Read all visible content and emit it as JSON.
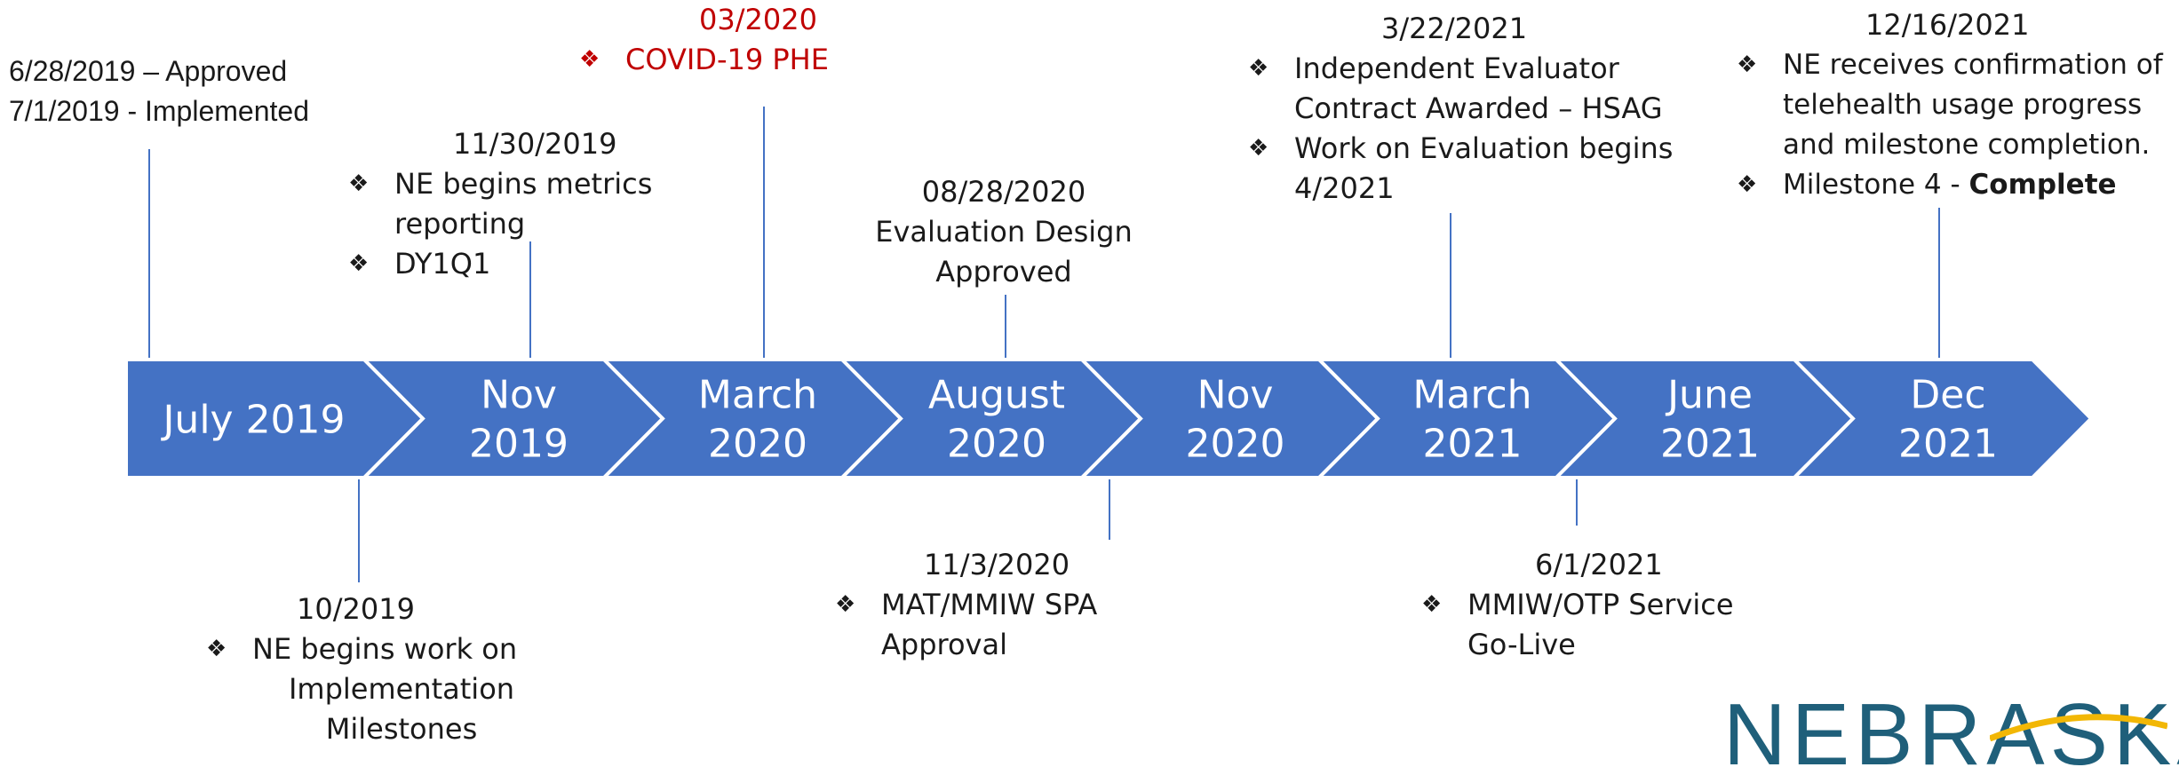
{
  "timeline": {
    "segments": [
      {
        "lines": [
          "July 2019"
        ]
      },
      {
        "lines": [
          "Nov",
          "2019"
        ]
      },
      {
        "lines": [
          "March",
          "2020"
        ]
      },
      {
        "lines": [
          "August",
          "2020"
        ]
      },
      {
        "lines": [
          "Nov",
          "2020"
        ]
      },
      {
        "lines": [
          "March",
          "2021"
        ]
      },
      {
        "lines": [
          "June",
          "2021"
        ]
      },
      {
        "lines": [
          "Dec",
          "2021"
        ]
      }
    ],
    "colors": {
      "arrow_fill": "#4472c4",
      "arrow_border": "#ffffff",
      "connector": "#4472c4",
      "highlight": "#c00000"
    }
  },
  "annotations": {
    "jul2019": {
      "line1": "6/28/2019 – Approved",
      "line2": "7/1/2019 -  Implemented"
    },
    "nov2019": {
      "date": "11/30/2019",
      "bullet1": "NE begins metrics",
      "bullet1_cont": "reporting",
      "bullet2": "DY1Q1"
    },
    "mar2020": {
      "date": "03/2020",
      "bullet1": "COVID-19 PHE"
    },
    "aug2020": {
      "date": "08/28/2020",
      "line1": "Evaluation Design",
      "line2": "Approved"
    },
    "mar2021": {
      "date": "3/22/2021",
      "bullet1": "Independent Evaluator",
      "bullet1_cont": "Contract Awarded – HSAG",
      "bullet2": "Work on Evaluation begins",
      "bullet2_cont": "4/2021"
    },
    "dec2021": {
      "date": "12/16/2021",
      "bullet1": "NE receives confirmation of",
      "bullet1_cont1": "telehealth usage progress",
      "bullet1_cont2": "and milestone completion.",
      "bullet2_prefix": "Milestone 4 - ",
      "bullet2_bold": "Complete"
    },
    "oct2019": {
      "date": "10/2019",
      "bullet1": "NE begins work on",
      "bullet1_cont1": "Implementation",
      "bullet1_cont2": "Milestones"
    },
    "nov2020": {
      "date": "11/3/2020",
      "bullet1": "MAT/MMIW SPA",
      "bullet1_cont": "Approval"
    },
    "jun2021": {
      "date": "6/1/2021",
      "bullet1": "MMIW/OTP Service",
      "bullet1_cont": "Go-Live"
    }
  },
  "logo": {
    "text": "NEBRASKA",
    "brand_color": "#1f5f7a",
    "accent_color": "#f2b705"
  }
}
